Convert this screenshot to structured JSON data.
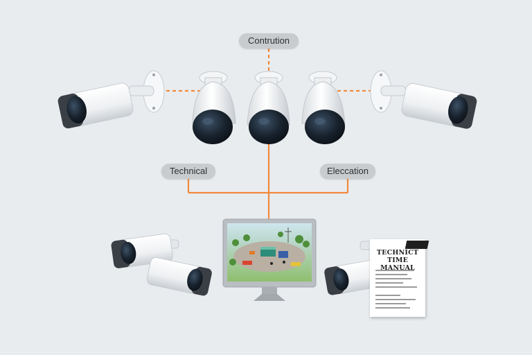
{
  "labels": {
    "top": "Contrution",
    "left": "Technical",
    "right": "Eleccation"
  },
  "manual": {
    "title_line1": "TECHNICT TIME",
    "title_line2": "MANUAL"
  },
  "colors": {
    "background": "#e9ecef",
    "connector": "#f08a3c",
    "camera_body": "#f4f4f4",
    "camera_lens": "#1c2733",
    "label_bg": "#c9cccf"
  },
  "icons": {
    "cameras": "cctv-camera-icon",
    "monitor": "monitor-icon",
    "document": "manual-document-icon"
  }
}
